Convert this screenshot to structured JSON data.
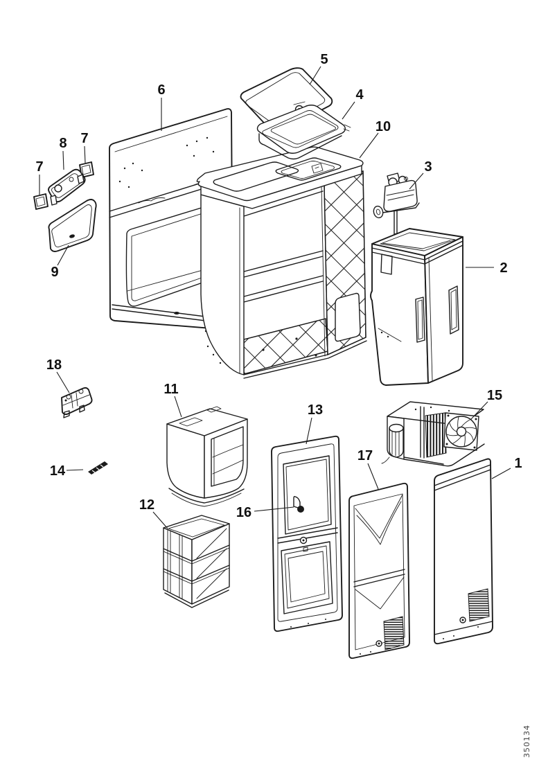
{
  "diagram": {
    "background_color": "#ffffff",
    "line_color": "#1b1b1b",
    "drawing_number": "350134",
    "callouts": [
      {
        "label": "5"
      },
      {
        "label": "6"
      },
      {
        "label": "4"
      },
      {
        "label": "10"
      },
      {
        "label": "8"
      },
      {
        "label": "7"
      },
      {
        "label": "7"
      },
      {
        "label": "3"
      },
      {
        "label": "9"
      },
      {
        "label": "2"
      },
      {
        "label": "18"
      },
      {
        "label": "11"
      },
      {
        "label": "13"
      },
      {
        "label": "15"
      },
      {
        "label": "14"
      },
      {
        "label": "16"
      },
      {
        "label": "12"
      },
      {
        "label": "17"
      },
      {
        "label": "1"
      }
    ]
  }
}
